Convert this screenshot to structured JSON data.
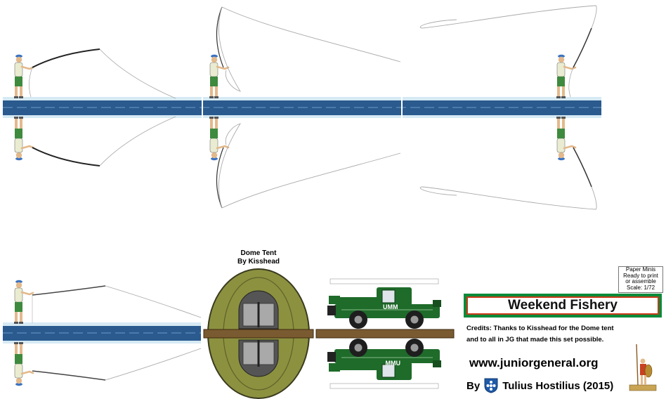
{
  "tent_label": {
    "line1": "Dome Tent",
    "line2": "By Kisshead"
  },
  "info_box": {
    "line1": "Paper Minis",
    "line2": "Ready to print",
    "line3": "or assemble",
    "line4": "Scale: 1/72"
  },
  "title": "Weekend Fishery",
  "credits": {
    "line1": "Credits: Thanks to Kisshead for the Dome tent",
    "line2": "and to all in JG that made this set possible."
  },
  "website": "www.juniorgeneral.org",
  "byline": {
    "by": "By",
    "author": "Tulius Hostilius (2015)"
  },
  "truck_text": "UMM",
  "colors": {
    "water": "#2a5a8e",
    "foam": "#d6eaf4",
    "truck": "#1f6b2a",
    "tent": "#8c9140",
    "plank": "#7a5a30",
    "title_frame": "#0a8a3a",
    "title_border": "#c83a1a"
  }
}
